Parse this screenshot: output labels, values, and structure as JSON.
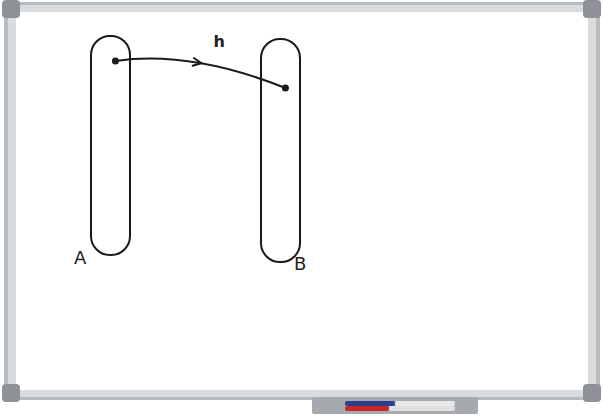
{
  "diagram": {
    "nodes": [
      {
        "text": [
          "A"
        ]
      },
      {
        "text": [
          "B"
        ]
      }
    ],
    "edges": [
      {
        "from": 0,
        "to": 1,
        "arrow": "to",
        "label": "h"
      }
    ]
  }
}
